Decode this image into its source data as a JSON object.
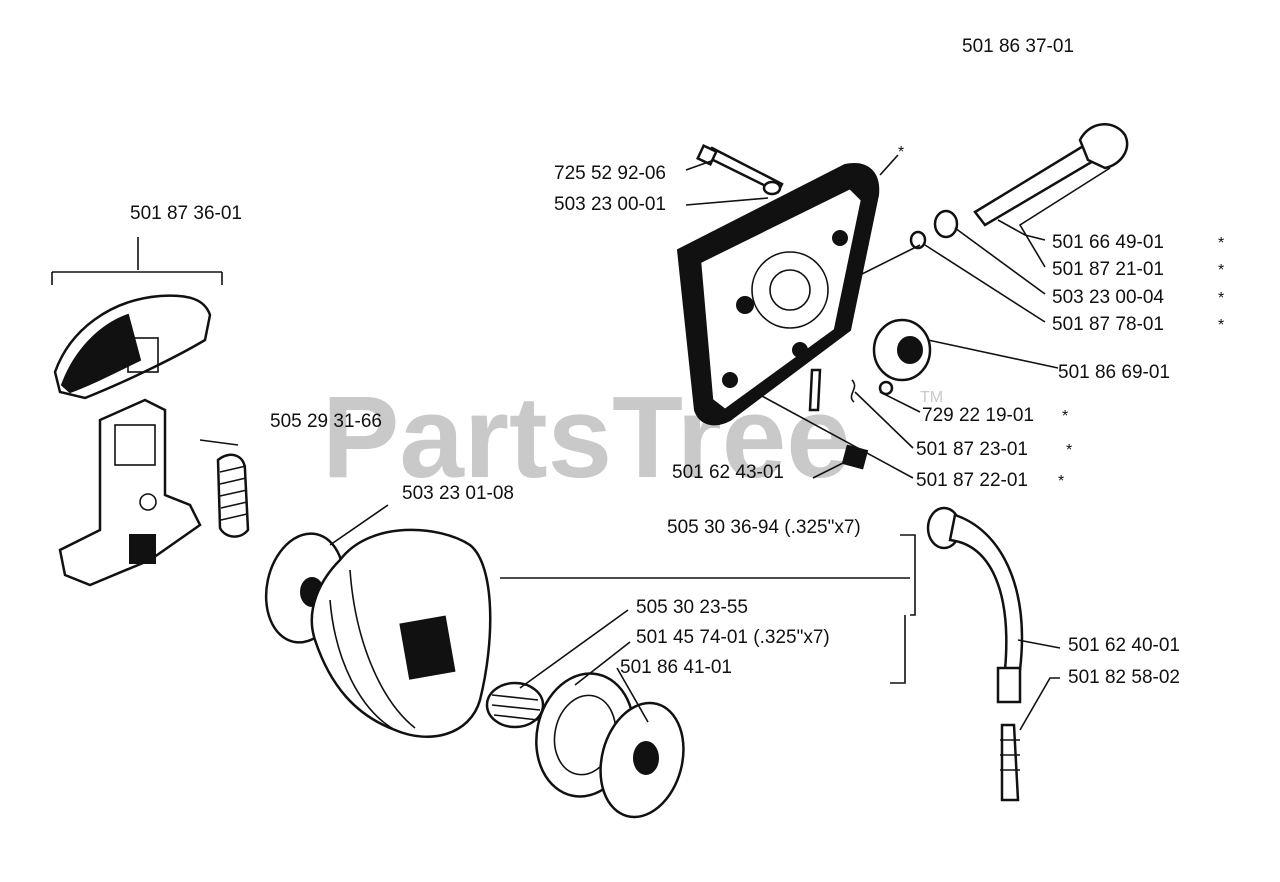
{
  "watermark": {
    "text": "PartsTree",
    "trademark": "TM"
  },
  "assembly_number": "501 86 37-01",
  "labels": {
    "clutch_shoe_assembly": "501 87 36-01",
    "spring": "505 29 31-66",
    "washer": "503 23 01-08",
    "drum_option": "505 30 36-94 (.325\"x7)",
    "needle_bearing": "505 30 23-55",
    "rim_sprocket": "501 45 74-01 (.325\"x7)",
    "washer_2": "501 86 41-01",
    "screw": "725 52 92-06",
    "washer_3": "503 23 00-01",
    "pump_shaft": "501 66 49-01",
    "pump_piston": "501 87 21-01",
    "washer_4": "503 23 00-04",
    "nut": "501 87 78-01",
    "worm_gear": "501 86 69-01",
    "screw_2": "729 22 19-01",
    "spring_2": "501 87 23-01",
    "pin": "501 87 22-01",
    "filter": "501 62 43-01",
    "oil_hose": "501 62 40-01",
    "nipple": "501 82 58-02"
  },
  "asterisk": "*"
}
